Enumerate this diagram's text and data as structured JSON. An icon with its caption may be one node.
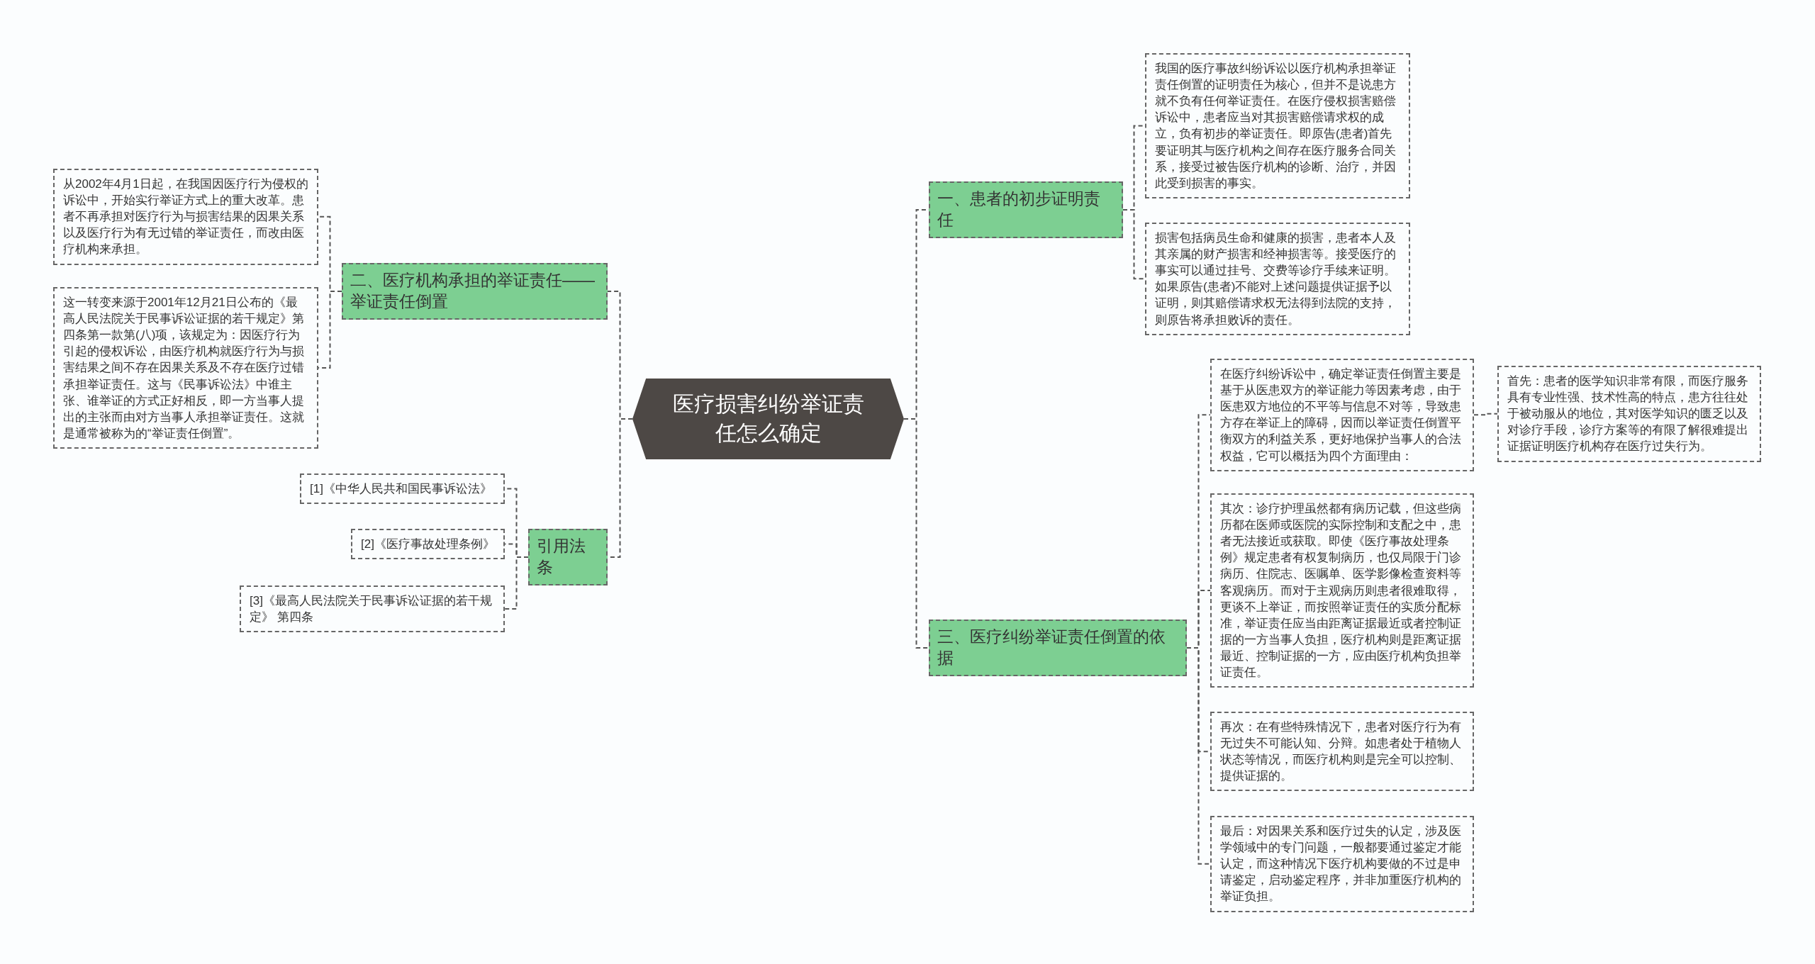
{
  "diagram": {
    "nodes": [
      {
        "text": [
          "医疗损害纠纷举证责任怎么确定"
        ]
      },
      {
        "text": [
          "一、患者的初步证明责任"
        ]
      },
      {
        "text": [
          "我国的医疗事故纠纷诉讼以医疗机构承担举证责任倒置的证明责任为核心，但并不是说患方就不负有任何举证责任。在医疗侵权损害赔偿诉讼中，患者应当对其损害赔偿请求权的成立，负有初步的举证责任。即原告(患者)首先要证明其与医疗机构之间存在医疗服务合同关系，接受过被告医疗机构的诊断、治疗，并因此受到损害的事实。"
        ]
      },
      {
        "text": [
          "损害包括病员生命和健康的损害，患者本人及其亲属的财产损害和经神损害等。接受医疗的事实可以通过挂号、交费等诊疗手续来证明。如果原告(患者)不能对上述问题提供证据予以证明，则其赔偿请求权无法得到法院的支持，则原告将承担败诉的责任。"
        ]
      },
      {
        "text": [
          "三、医疗纠纷举证责任倒置的依据"
        ]
      },
      {
        "text": [
          "在医疗纠纷诉讼中，确定举证责任倒置主要是基于从医患双方的举证能力等因素考虑，由于医患双方地位的不平等与信息不对等，导致患方存在举证上的障碍，因而以举证责任倒置平衡双方的利益关系，更好地保护当事人的合法权益，它可以概括为四个方面理由："
        ]
      },
      {
        "text": [
          "首先：患者的医学知识非常有限，而医疗服务具有专业性强、技术性高的特点，患方往往处于被动服从的地位，其对医学知识的匮乏以及对诊疗手段，诊疗方案等的有限了解很难提出证据证明医疗机构存在医疗过失行为。"
        ]
      },
      {
        "text": [
          "其次：诊疗护理虽然都有病历记载，但这些病历都在医师或医院的实际控制和支配之中，患者无法接近或获取。即使《医疗事故处理条例》规定患者有权复制病历，也仅局限于门诊病历、住院志、医嘱单、医学影像检查资料等客观病历。而对于主观病历则患者很难取得，更谈不上举证，而按照举证责任的实质分配标准，举证责任应当由距离证据最近或者控制证据的一方当事人负担，医疗机构则是距离证据最近、控制证据的一方，应由医疗机构负担举证责任。"
        ]
      },
      {
        "text": [
          "再次：在有些特殊情况下，患者对医疗行为有无过失不可能认知、分辩。如患者处于植物人状态等情况，而医疗机构则是完全可以控制、提供证据的。"
        ]
      },
      {
        "text": [
          "最后：对因果关系和医疗过失的认定，涉及医学领域中的专门问题，一般都要通过鉴定才能认定，而这种情况下医疗机构要做的不过是申请鉴定，启动鉴定程序，并非加重医疗机构的举证负担。"
        ]
      },
      {
        "text": [
          "二、医疗机构承担的举证责任——举证责任倒置"
        ]
      },
      {
        "text": [
          "从2002年4月1日起，在我国因医疗行为侵权的诉讼中，开始实行举证方式上的重大改革。患者不再承担对医疗行为与损害结果的因果关系以及医疗行为有无过错的举证责任，而改由医疗机构来承担。"
        ]
      },
      {
        "text": [
          "这一转变来源于2001年12月21日公布的《最高人民法院关于民事诉讼证据的若干规定》第四条第一款第(八)项，该规定为：因医疗行为引起的侵权诉讼，由医疗机构就医疗行为与损害结果之间不存在因果关系及不存在医疗过错承担举证责任。这与《民事诉讼法》中谁主张、谁举证的方式正好相反，即一方当事人提出的主张而由对方当事人承担举证责任。这就是通常被称为的“举证责任倒置”。"
        ]
      },
      {
        "text": [
          "引用法条"
        ]
      },
      {
        "text": [
          "[1]《中华人民共和国民事诉讼法》"
        ]
      },
      {
        "text": [
          "[2]《医疗事故处理条例》"
        ]
      },
      {
        "text": [
          "[3]《最高人民法院关于民事诉讼证据的若干规定》 第四条"
        ]
      }
    ],
    "edges": [
      {
        "from": 0,
        "to": 1,
        "arrow": "none"
      },
      {
        "from": 1,
        "to": 2,
        "arrow": "none"
      },
      {
        "from": 1,
        "to": 3,
        "arrow": "none"
      },
      {
        "from": 0,
        "to": 4,
        "arrow": "none"
      },
      {
        "from": 4,
        "to": 5,
        "arrow": "none"
      },
      {
        "from": 5,
        "to": 6,
        "arrow": "none"
      },
      {
        "from": 4,
        "to": 7,
        "arrow": "none"
      },
      {
        "from": 4,
        "to": 8,
        "arrow": "none"
      },
      {
        "from": 4,
        "to": 9,
        "arrow": "none"
      },
      {
        "from": 0,
        "to": 10,
        "arrow": "none"
      },
      {
        "from": 10,
        "to": 11,
        "arrow": "none"
      },
      {
        "from": 10,
        "to": 12,
        "arrow": "none"
      },
      {
        "from": 0,
        "to": 13,
        "arrow": "none"
      },
      {
        "from": 13,
        "to": 14,
        "arrow": "none"
      },
      {
        "from": 13,
        "to": 15,
        "arrow": "none"
      },
      {
        "from": 13,
        "to": 16,
        "arrow": "none"
      }
    ]
  }
}
